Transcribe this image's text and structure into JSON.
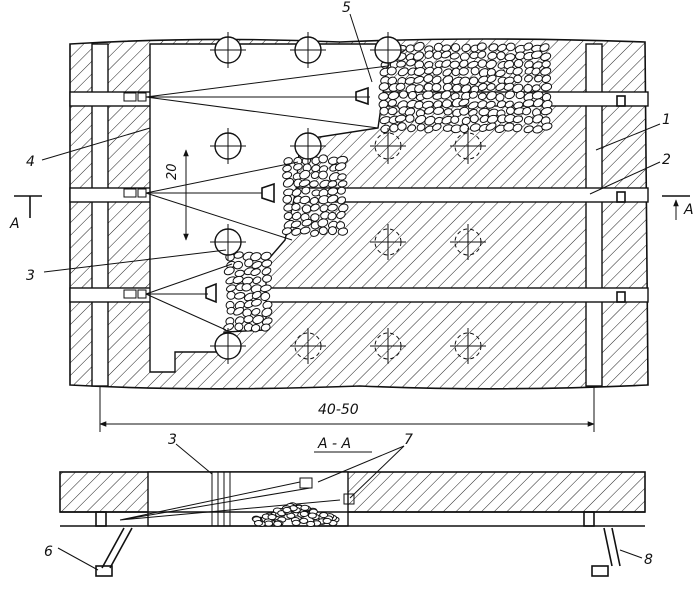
{
  "drawing": {
    "callouts": {
      "c1": "1",
      "c2": "2",
      "c3": "3",
      "c4": "4",
      "c5": "5",
      "c3b": "3",
      "c6": "6",
      "c7": "7",
      "c8": "8"
    },
    "dimensions": {
      "spacing": "20",
      "span": "40-50"
    },
    "section": {
      "marker_left": "A",
      "marker_right": "A",
      "title": "A - A"
    }
  }
}
